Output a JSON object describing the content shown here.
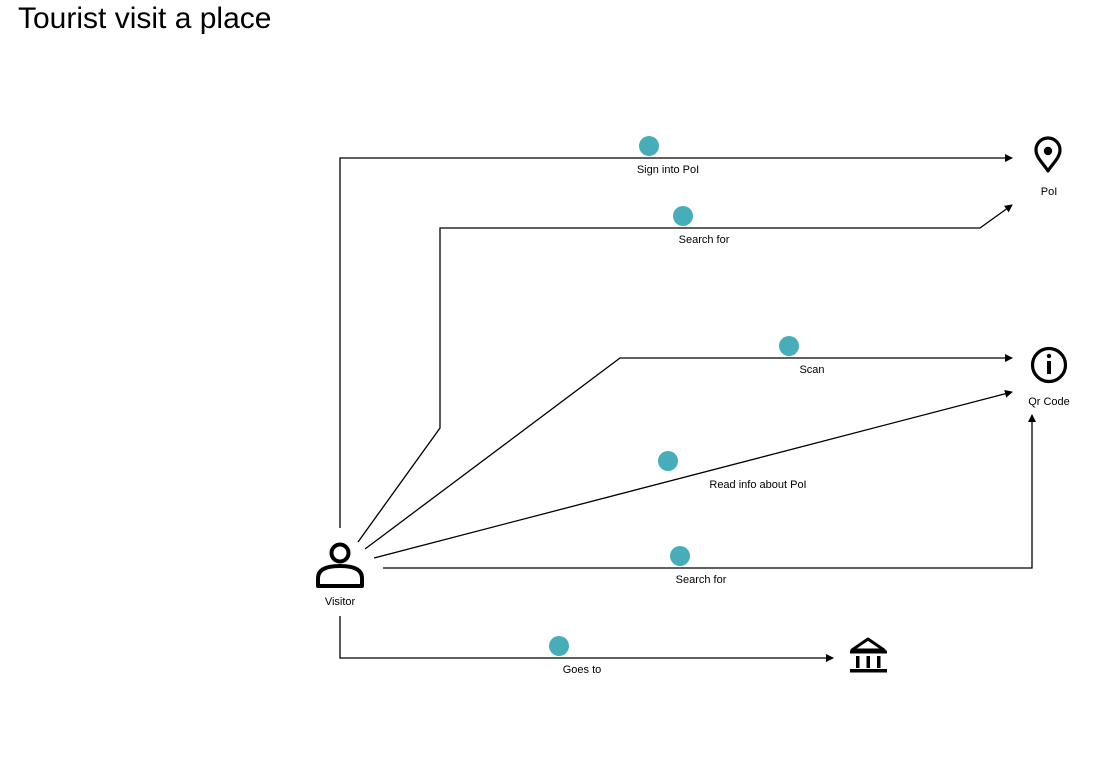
{
  "title": "Tourist visit a place",
  "colors": {
    "dot": "#47adb9",
    "line": "#000000"
  },
  "nodes": {
    "visitor": {
      "label": "Visitor",
      "icon": "person-icon"
    },
    "poi": {
      "label": "PoI",
      "icon": "map-pin-icon"
    },
    "qr_code": {
      "label": "Qr Code",
      "icon": "info-icon"
    },
    "place": {
      "label": "",
      "icon": "museum-icon"
    }
  },
  "edges": [
    {
      "label": "Sign into PoI",
      "from": "visitor",
      "to": "poi"
    },
    {
      "label": "Search for",
      "from": "visitor",
      "to": "poi"
    },
    {
      "label": "Scan",
      "from": "visitor",
      "to": "qr_code"
    },
    {
      "label": "Read info about PoI",
      "from": "visitor",
      "to": "qr_code"
    },
    {
      "label": "Search for",
      "from": "visitor",
      "to": "qr_code"
    },
    {
      "label": "Goes to",
      "from": "visitor",
      "to": "place"
    }
  ]
}
